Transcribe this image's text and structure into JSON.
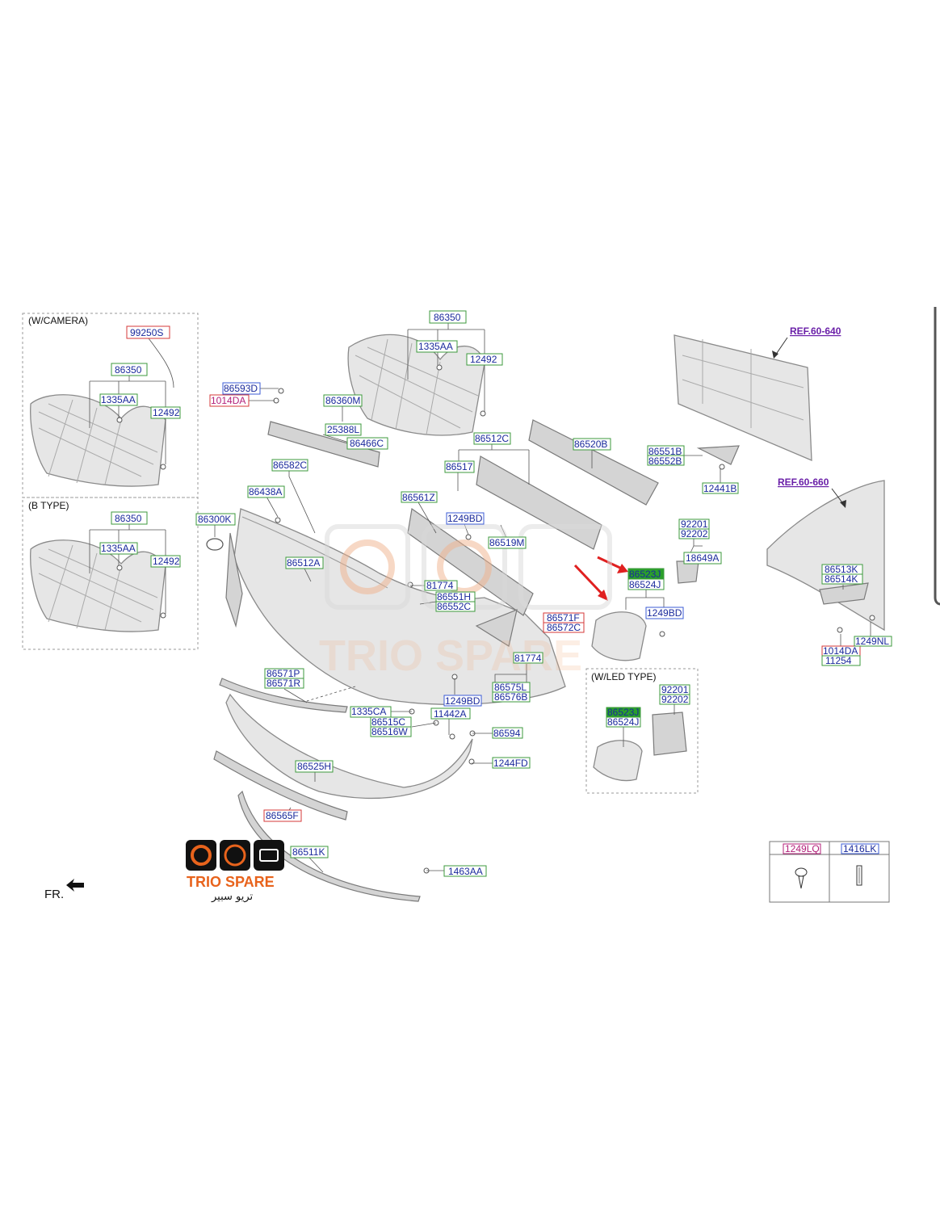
{
  "sections": {
    "camera": "(W/CAMERA)",
    "btype": "(B TYPE)",
    "led": "(W/LED TYPE)"
  },
  "refs": {
    "ref1": "REF.60-640",
    "ref2": "REF.60-660"
  },
  "labels": {
    "cam_99250s": "99250S",
    "cam_86350": "86350",
    "cam_1335aa": "1335AA",
    "cam_12492": "12492",
    "bt_86350": "86350",
    "bt_1335aa": "1335AA",
    "bt_12492": "12492",
    "top_86350": "86350",
    "top_1335aa": "1335AA",
    "top_12492": "12492",
    "p86593d": "86593D",
    "p1014da_a": "1014DA",
    "p86360m": "86360M",
    "p25388l": "25388L",
    "p86466c": "86466C",
    "p86512c": "86512C",
    "p86520b": "86520B",
    "p86551b": "86551B",
    "p86552b": "86552B",
    "p12441b": "12441B",
    "p86582c": "86582C",
    "p86438a": "86438A",
    "p86300k": "86300K",
    "p86517": "86517",
    "p86561z": "86561Z",
    "p1249bd_a": "1249BD",
    "p86519m": "86519M",
    "p92201_a": "92201",
    "p92202_a": "92202",
    "p18649a": "18649A",
    "p86512a": "86512A",
    "p81774_a": "81774",
    "p86551h": "86551H",
    "p86552c": "86552C",
    "p86523j_a": "86523J",
    "p86524j_a": "86524J",
    "p1249bd_b": "1249BD",
    "p86571f": "86571F",
    "p86572c": "86572C",
    "p86513k": "86513K",
    "p86514k": "86514K",
    "p1014da_b": "1014DA",
    "p11254": "11254",
    "p1249nl": "1249NL",
    "p81774_b": "81774",
    "p86575l": "86575L",
    "p86576b": "86576B",
    "p86571p": "86571P",
    "p86571r": "86571R",
    "p1249bd_c": "1249BD",
    "p1335ca": "1335CA",
    "p11442a": "11442A",
    "p86515c": "86515C",
    "p86516w": "86516W",
    "p86594": "86594",
    "p1244fd": "1244FD",
    "p86525h": "86525H",
    "p86565f": "86565F",
    "p86511k": "86511K",
    "p1463aa": "1463AA",
    "led_92201": "92201",
    "led_92202": "92202",
    "led_86523j": "86523J",
    "led_86524j": "86524J"
  },
  "legend": {
    "col1": "1249LQ",
    "col2": "1416LK"
  },
  "logo": {
    "brand": "TRIO SPARE",
    "arabic": "تريو سبير"
  },
  "watermark": {
    "brand": "TRIO SPARE"
  },
  "fr_label": "FR.",
  "colors": {
    "box_green": "#3c9a3c",
    "box_red": "#d63838",
    "box_blue": "#3b5bd6",
    "fill_green": "#2aa02a",
    "label_text": "#1a2a9c",
    "ref_text": "#6a1fa8",
    "brand_orange": "#e8631c",
    "arrow_red": "#e02020"
  }
}
